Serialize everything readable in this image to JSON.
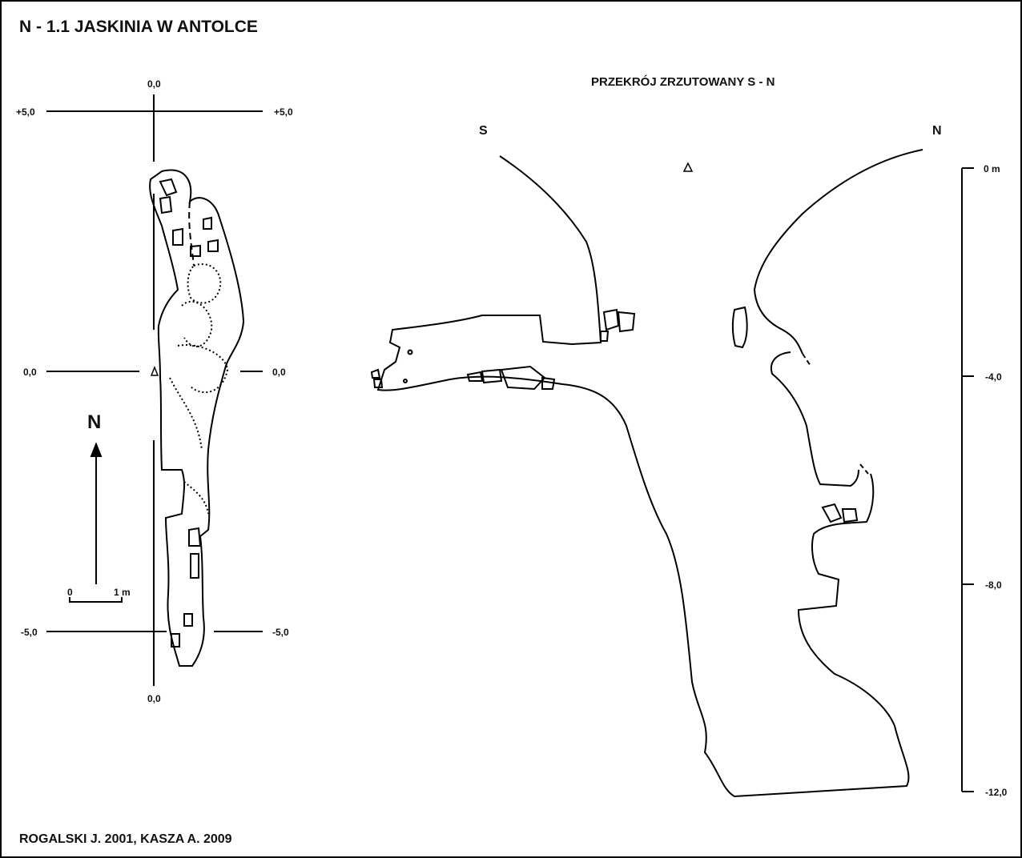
{
  "title": "N - 1.1  JASKINIA W ANTOLCE",
  "credit": "ROGALSKI J. 2001, KASZA A. 2009",
  "plan": {
    "grid_labels": {
      "top": "0,0",
      "bottom": "0,0",
      "north_left": "+5,0",
      "north_right": "+5,0",
      "mid_left": "0,0",
      "mid_right": "0,0",
      "south_left": "-5,0",
      "south_right": "-5,0"
    },
    "north_arrow_label": "N",
    "scale_bar": {
      "start": "0",
      "end": "1 m"
    }
  },
  "section": {
    "title": "PRZEKRÓJ ZRZUTOWANY S - N",
    "left_end": "S",
    "right_end": "N",
    "depth_scale": [
      "0 m",
      "-4,0",
      "-8,0",
      "-12,0"
    ]
  }
}
